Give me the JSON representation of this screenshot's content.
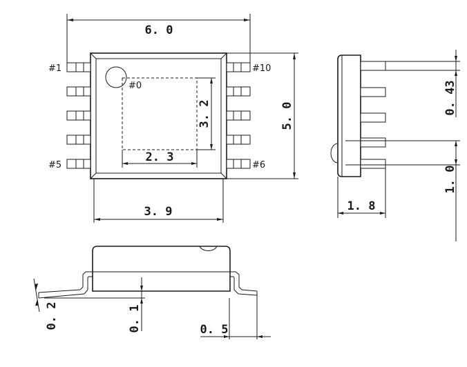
{
  "top_view": {
    "overall_width": "6. 0",
    "body_height": "5. 0",
    "body_width": "3. 9",
    "pad_width": "2. 3",
    "pad_height": "3. 2",
    "pin_1": "#1",
    "pin_10": "#10",
    "pin_5": "#5",
    "pin_6": "#6",
    "pin_0": "#0"
  },
  "side_view": {
    "lead_pitch": "0. 43",
    "lead_span": "1. 0",
    "depth": "1. 8"
  },
  "front_view": {
    "lead_thickness": "0. 2",
    "standoff": "0. 1",
    "foot_length": "0. 5"
  }
}
